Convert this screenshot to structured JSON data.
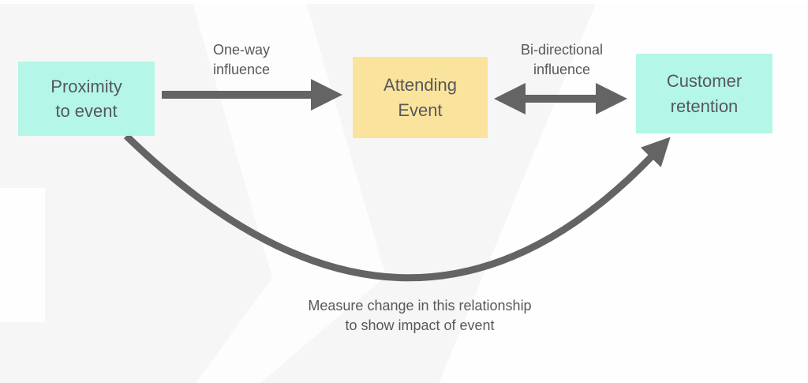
{
  "colors": {
    "background": "#f6f6f6",
    "node_teal": "#b4f6e8",
    "node_yellow": "#fae49d",
    "arrow_gray": "#646464",
    "text_gray": "#56585a"
  },
  "nodes": {
    "proximity": {
      "label": "Proximity\nto event"
    },
    "attending": {
      "label": "Attending\nEvent"
    },
    "retention": {
      "label": "Customer\nretention"
    }
  },
  "edges": {
    "one_way": {
      "label": "One-way\ninfluence"
    },
    "bidirectional": {
      "label": "Bi-directional\ninfluence"
    },
    "curved": {
      "label": "Measure change in this relationship\nto show impact of event"
    }
  }
}
